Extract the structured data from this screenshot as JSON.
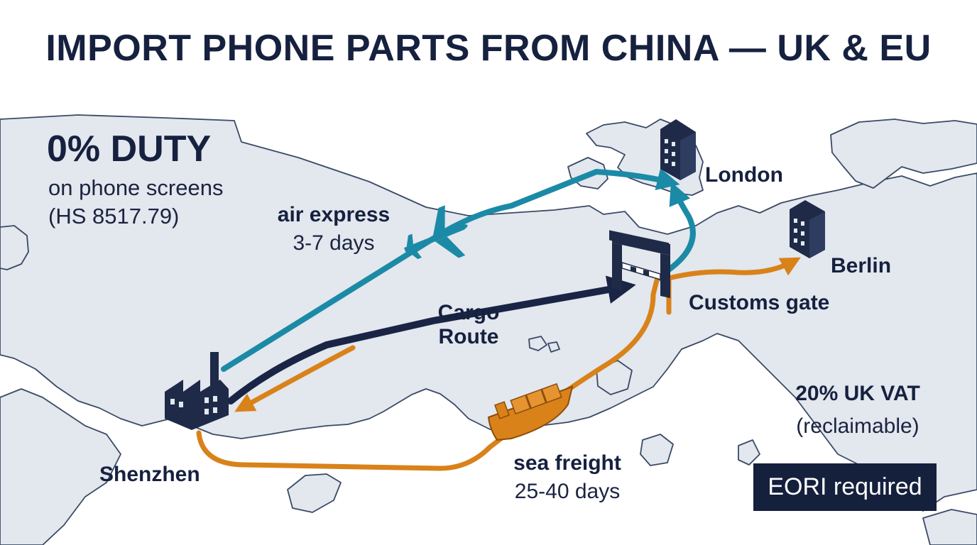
{
  "title": "IMPORT PHONE PARTS FROM CHINA — UK & EU",
  "duty": {
    "headline": "0% DUTY",
    "line1": "on phone screens",
    "line2": "(HS 8517.79)"
  },
  "air": {
    "label": "air express",
    "duration": "3-7 days"
  },
  "cargo": {
    "line1": "Cargo",
    "line2": "Route"
  },
  "sea": {
    "label": "sea freight",
    "duration": "25-40 days"
  },
  "cities": {
    "origin": "Shenzhen",
    "uk": "London",
    "eu": "Berlin"
  },
  "customs": {
    "label": "Customs gate"
  },
  "vat": {
    "headline": "20% UK VAT",
    "note": "(reclaimable)"
  },
  "eori": {
    "label": "EORI required"
  },
  "colors": {
    "air_route": "#1b8aa6",
    "sea_route": "#d9821a",
    "cargo_route": "#1a2444",
    "land": "#e3e7ee",
    "coast": "#3a4a66",
    "icon": "#1e2a48"
  },
  "icons": [
    "factory-icon",
    "airplane-icon",
    "cargo-ship-icon",
    "customs-gate-icon",
    "building-icon"
  ]
}
